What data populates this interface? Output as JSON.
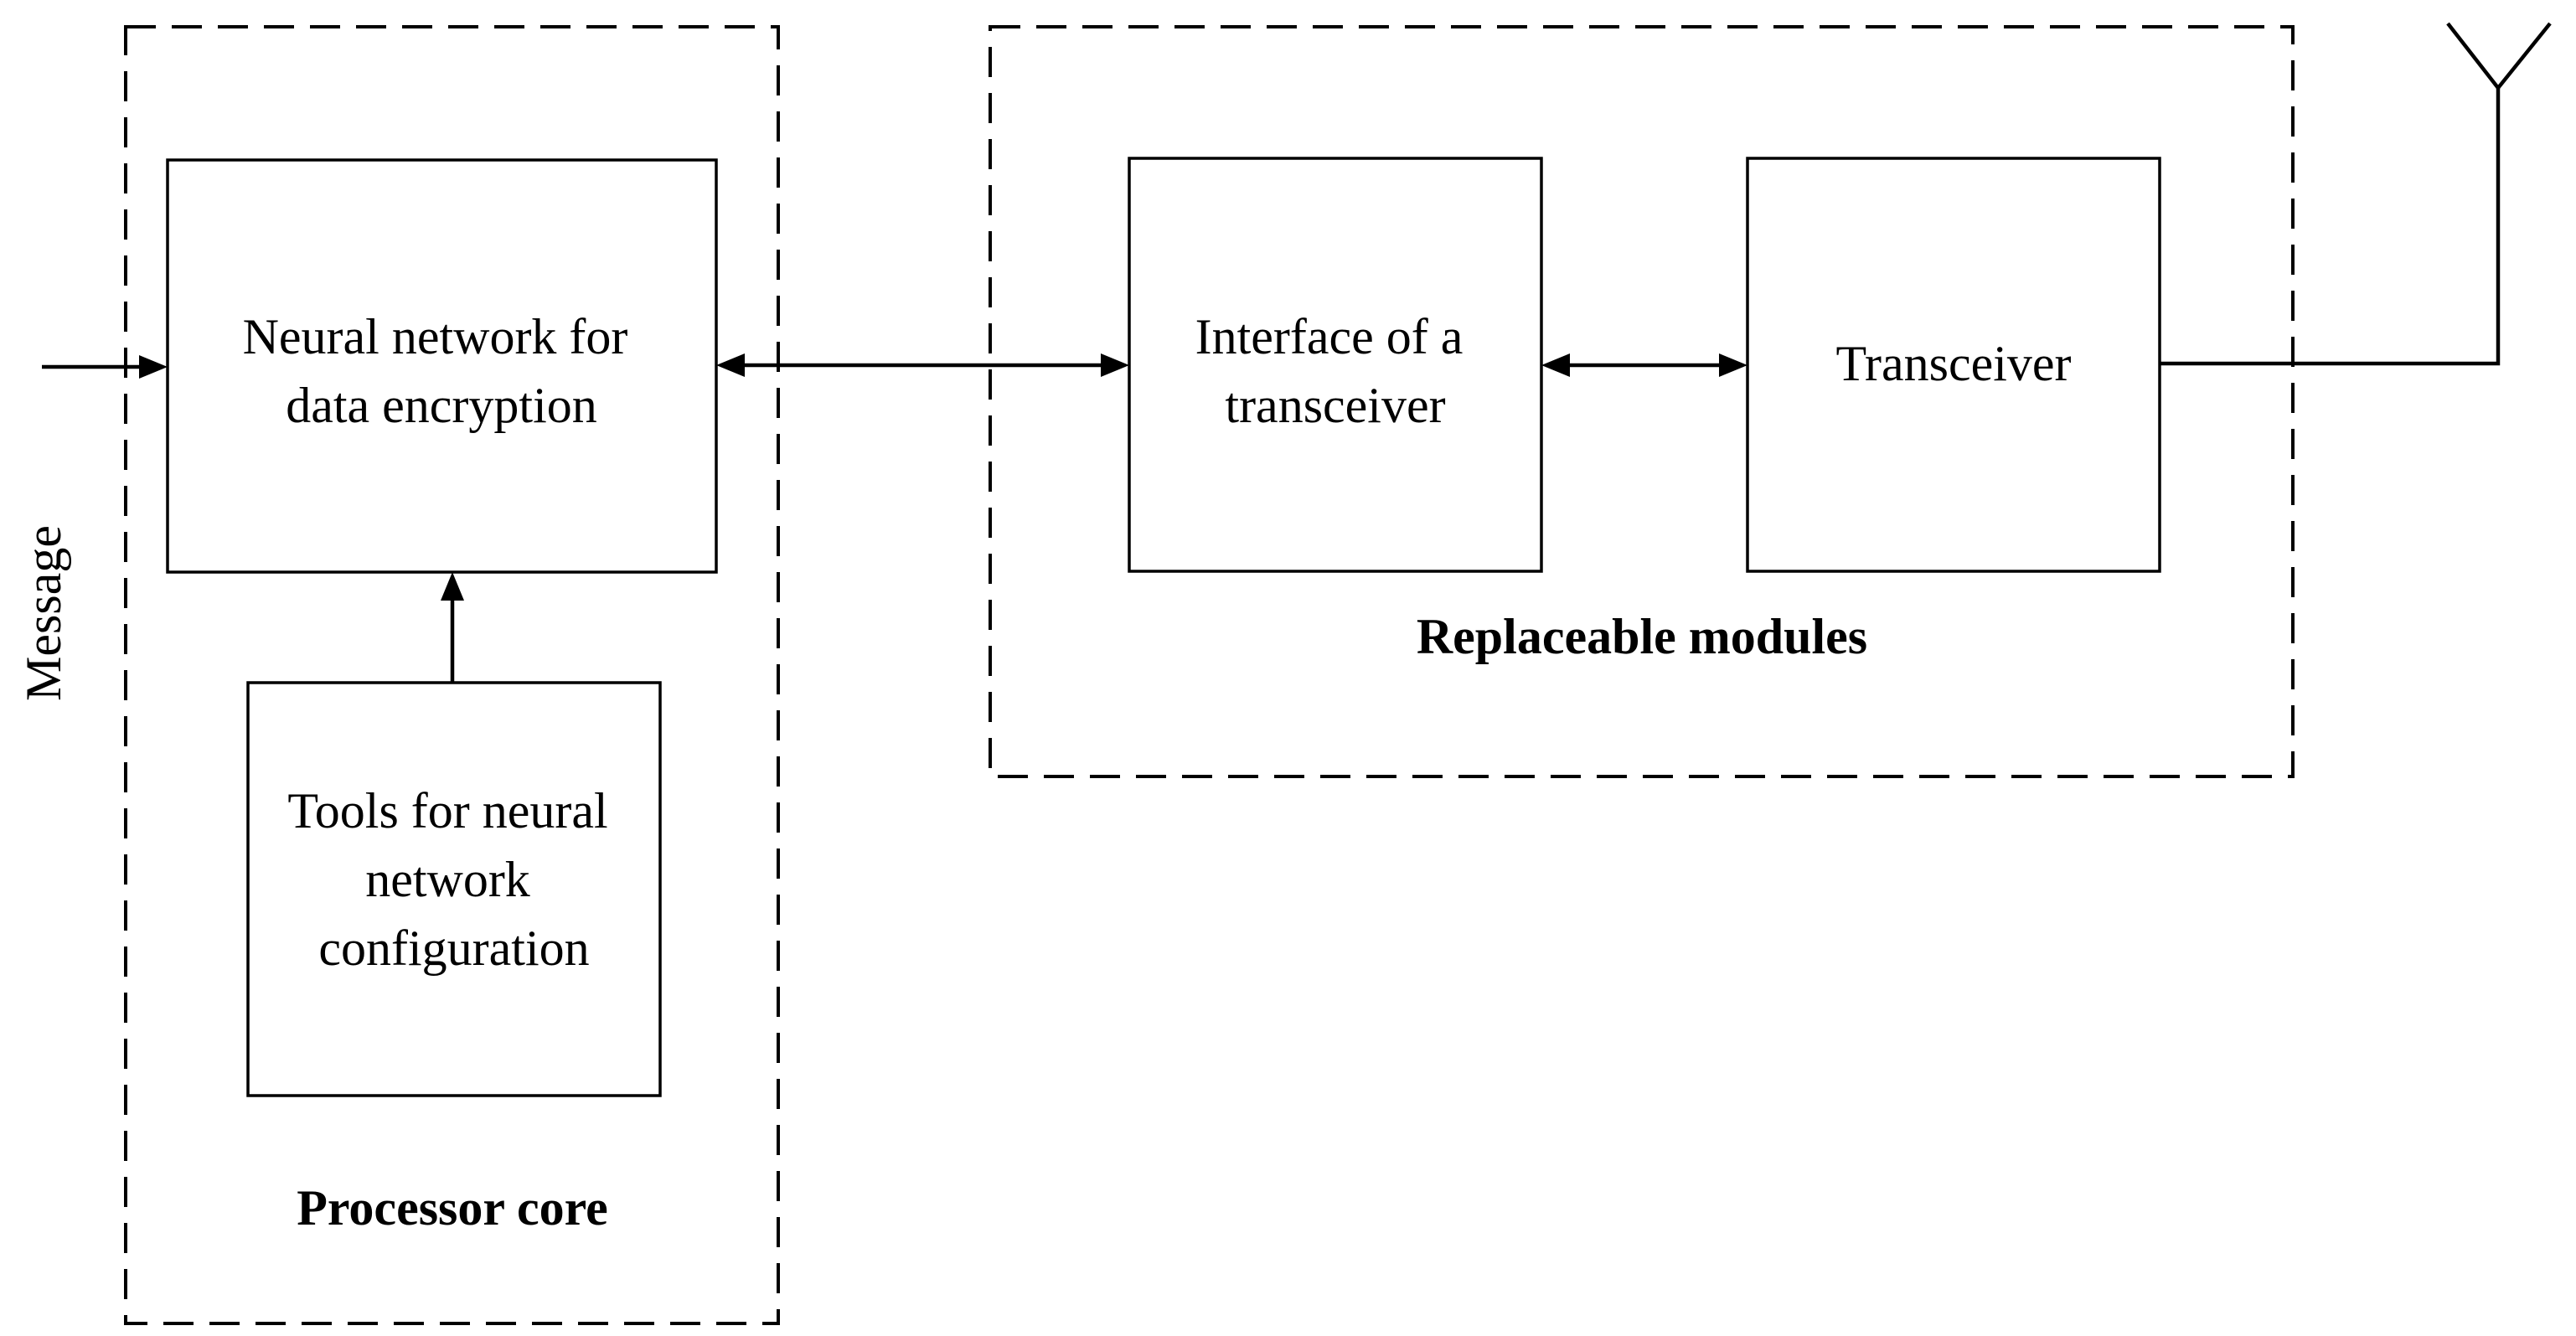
{
  "input_label": "Message",
  "groups": {
    "processor_core": {
      "label": "Processor core"
    },
    "replaceable_modules": {
      "label": "Replaceable modules"
    }
  },
  "blocks": {
    "neural_network": {
      "lines": [
        "Neural network for",
        "data encryption"
      ]
    },
    "tools": {
      "lines": [
        "Tools for neural",
        "network",
        "configuration"
      ]
    },
    "interface": {
      "lines": [
        "Interface of a",
        "transceiver"
      ]
    },
    "transceiver": {
      "lines": [
        "Transceiver"
      ]
    }
  },
  "antenna_icon": "antenna-icon"
}
